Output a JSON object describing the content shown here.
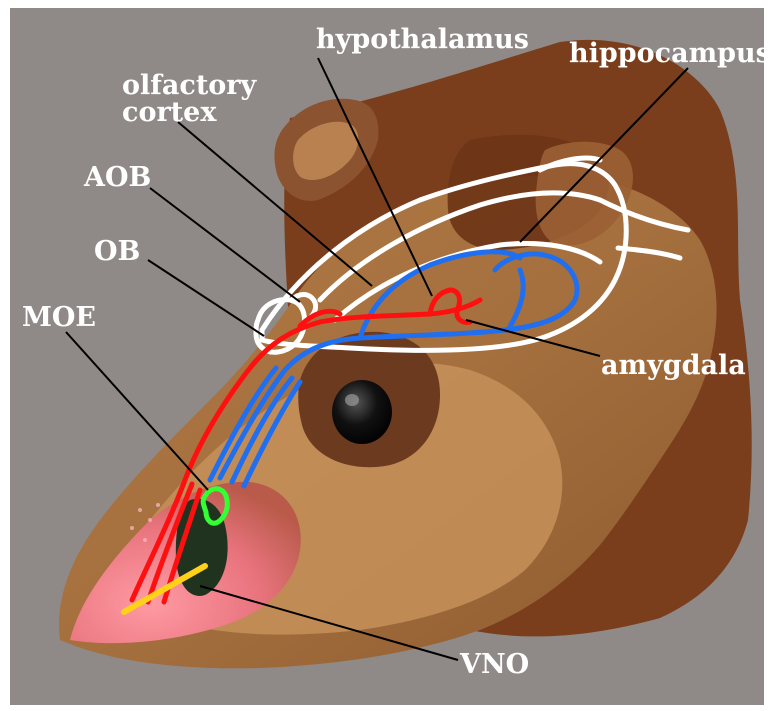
{
  "labels": {
    "hypothalamus": "hypothalamus",
    "hippocampus": "hippocampus",
    "olfactory_cortex": [
      "olfactory",
      "cortex"
    ],
    "aob": "AOB",
    "ob": "OB",
    "moe": "MOE",
    "amygdala": "amygdala",
    "vno": "VNO"
  },
  "colors": {
    "background": "#8f8a87",
    "fur_dark": "#7a3e1c",
    "fur_mid": "#9a6136",
    "fur_light": "#c9955e",
    "snout_pink": "#e8737d",
    "accessory_pathway": "#ff1010",
    "main_pathway": "#1f6ff0",
    "brain_outline": "#ffffff",
    "moe_highlight": "#33ff33",
    "vno_highlight": "#ffd21a",
    "leader_lines": "#000000",
    "label_text": "#ffffff"
  }
}
